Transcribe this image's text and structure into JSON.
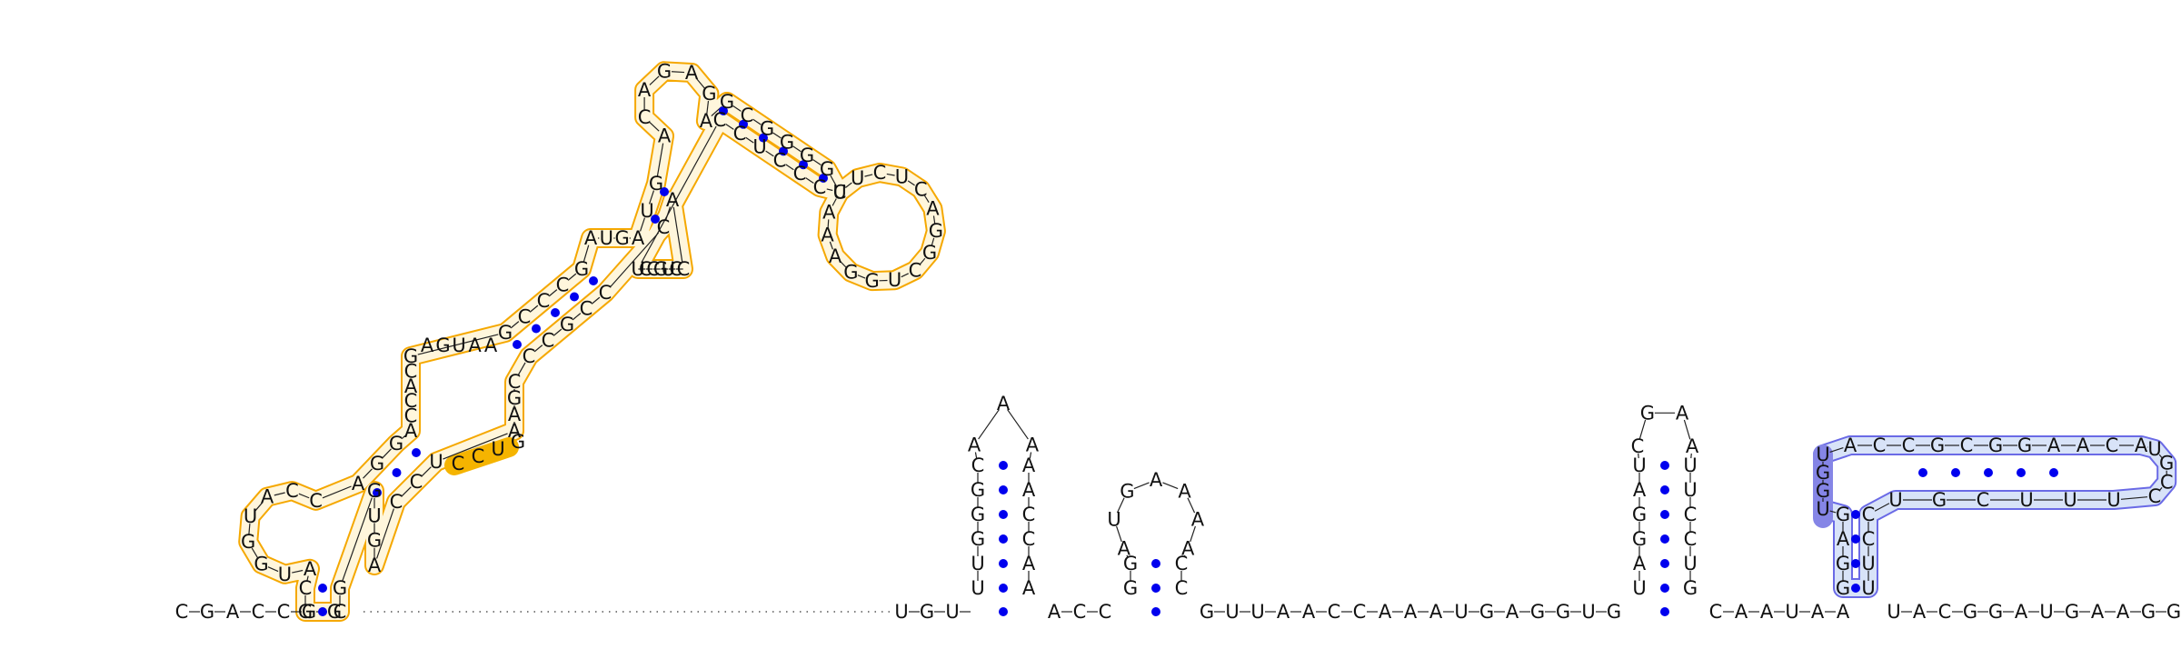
{
  "diagram": {
    "type": "rna-secondary-structure",
    "colors": {
      "base_text": "#111111",
      "pair_dot": "#0000ee",
      "highlight_orange": "#f5a800",
      "highlight_orange_fill": "#fff6dc",
      "highlight_orange_strong": "#f5b400",
      "highlight_blue": "#6a6ae6",
      "highlight_blue_fill": "#d8e3f8",
      "highlight_blue_strong": "#8585e6"
    },
    "leader_5prime": "C-G-A-C-C-G-G",
    "hairpin_1": {
      "left_stem": [
        "U",
        "U",
        "G",
        "G",
        "G",
        "C"
      ],
      "loop": [
        "A",
        "A",
        "A"
      ],
      "right_stem": [
        "A",
        "A",
        "C",
        "C",
        "A",
        "A"
      ]
    },
    "hairpin_2": {
      "left_stem": [
        "G",
        "G"
      ],
      "loop": [
        "A",
        "U",
        "G",
        "A",
        "A",
        "A",
        "A"
      ],
      "right_stem": [
        "C",
        "C"
      ]
    },
    "hairpin_3": {
      "left_stem": [
        "U",
        "A",
        "G",
        "G",
        "A",
        "U"
      ],
      "loop": [
        "C",
        "G",
        "A",
        "A"
      ],
      "right_stem": [
        "U",
        "U",
        "C",
        "C",
        "U",
        "G"
      ]
    },
    "linker_segments": [
      "U-G-U",
      "A-C-C",
      "G-U-U-A-A-C-C-A-A-A-U-G-A-G-G-U-G",
      "C-A-A-U-A-A"
    ],
    "pseudoknot_region": {
      "stem_left": [
        "G",
        "G",
        "A",
        "G"
      ],
      "stem_right": [
        "C",
        "C",
        "U",
        "U"
      ],
      "loop_bases": [
        "U",
        "G",
        "G",
        "U"
      ],
      "top_strand": [
        "A",
        "C",
        "C",
        "G",
        "C",
        "G",
        "G",
        "A",
        "A",
        "C",
        "A"
      ],
      "right_cap": [
        "U",
        "G",
        "C",
        "C"
      ],
      "bottom_strand": [
        "U",
        "U",
        "U",
        "C",
        "G",
        "U"
      ]
    },
    "trailer_3prime": "U-A-C-G-G-A-U-G-A-A-G-G-G-U-U-U-U-U",
    "multiloop_domain": {
      "base_stem_left": [
        "G",
        "C"
      ],
      "base_stem_right": [
        "G",
        "C"
      ],
      "loop1": [
        "A",
        "U",
        "G",
        "G",
        "U",
        "A",
        "C",
        "C"
      ],
      "loop1_right": [
        "A",
        "G",
        "U",
        "G"
      ],
      "stem_a_left": [
        "A",
        "G",
        "G"
      ],
      "stem_a_right": [
        "U",
        "C",
        "C"
      ],
      "orange_patch": [
        "C",
        "C",
        "U",
        "G"
      ],
      "loop2_left": [
        "A",
        "C",
        "C",
        "A",
        "C",
        "G"
      ],
      "loop2_top": [
        "A",
        "G",
        "U",
        "A",
        "A"
      ],
      "loop2_right": [
        "C",
        "G",
        "A",
        "A"
      ],
      "stem_b_left": [
        "G",
        "C",
        "C",
        "C",
        "G"
      ],
      "stem_b_right": [
        "C",
        "C",
        "G",
        "C",
        "C"
      ],
      "loop3_left": [
        "A",
        "U",
        "G",
        "A"
      ],
      "loop3_right": [
        "U",
        "C",
        "C",
        "G",
        "U",
        "C",
        "C"
      ],
      "stem_c_left": [
        "U",
        "G"
      ],
      "stem_c_right": [
        "A",
        "C"
      ],
      "loop4": [
        "A",
        "C",
        "A",
        "G",
        "A",
        "G",
        "A"
      ],
      "stem_d_left": [
        "G",
        "C",
        "G",
        "G",
        "G",
        "G"
      ],
      "stem_d_right": [
        "C",
        "C",
        "C",
        "U",
        "C",
        "C"
      ],
      "loop5_top": [
        "U",
        "U",
        "C",
        "U",
        "C"
      ],
      "loop5_right": [
        "A",
        "G",
        "G"
      ],
      "loop5_bottom": [
        "C",
        "U",
        "G",
        "G",
        "A"
      ],
      "loop5_left": [
        "A",
        "A",
        "C"
      ]
    }
  }
}
